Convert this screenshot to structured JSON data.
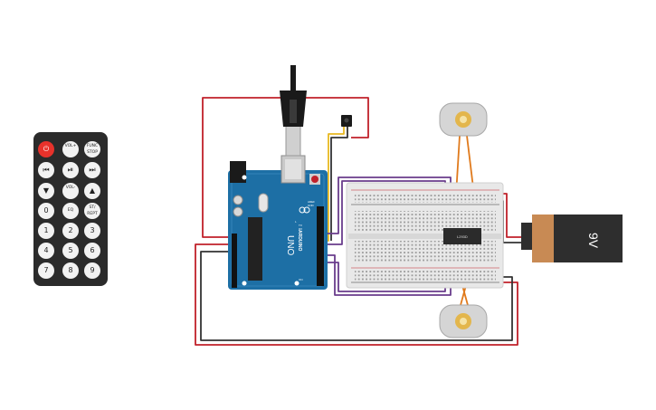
{
  "arduino": {
    "logo_text": "ARDUINO",
    "model": "UNO",
    "aref": "AREF",
    "gnd": "GND",
    "tx": "TX",
    "rx": "RX",
    "l": "L",
    "on": "ON"
  },
  "driver_chip": {
    "label": "L293D"
  },
  "battery": {
    "label": "9V"
  },
  "remote": {
    "buttons": [
      {
        "label": "⏻"
      },
      {
        "label": "VOL+"
      },
      {
        "label": "FUNC STOP"
      },
      {
        "label": "⏮"
      },
      {
        "label": "⏯"
      },
      {
        "label": "⏭"
      },
      {
        "label": "▼"
      },
      {
        "label": "VOL-"
      },
      {
        "label": "▲"
      },
      {
        "label": "0"
      },
      {
        "label": "EQ"
      },
      {
        "label": "ST/ REPT"
      },
      {
        "label": "1"
      },
      {
        "label": "2"
      },
      {
        "label": "3"
      },
      {
        "label": "4"
      },
      {
        "label": "5"
      },
      {
        "label": "6"
      },
      {
        "label": "7"
      },
      {
        "label": "8"
      },
      {
        "label": "9"
      }
    ]
  },
  "colors": {
    "wire_red": "#c0202a",
    "wire_black": "#333333",
    "wire_purple": "#6a3c8c",
    "wire_orange": "#e07a1c",
    "wire_yellow": "#e8b820",
    "board_blue": "#1d6fa5",
    "battery_body": "#2e2e2e",
    "battery_cap": "#c88a54"
  }
}
